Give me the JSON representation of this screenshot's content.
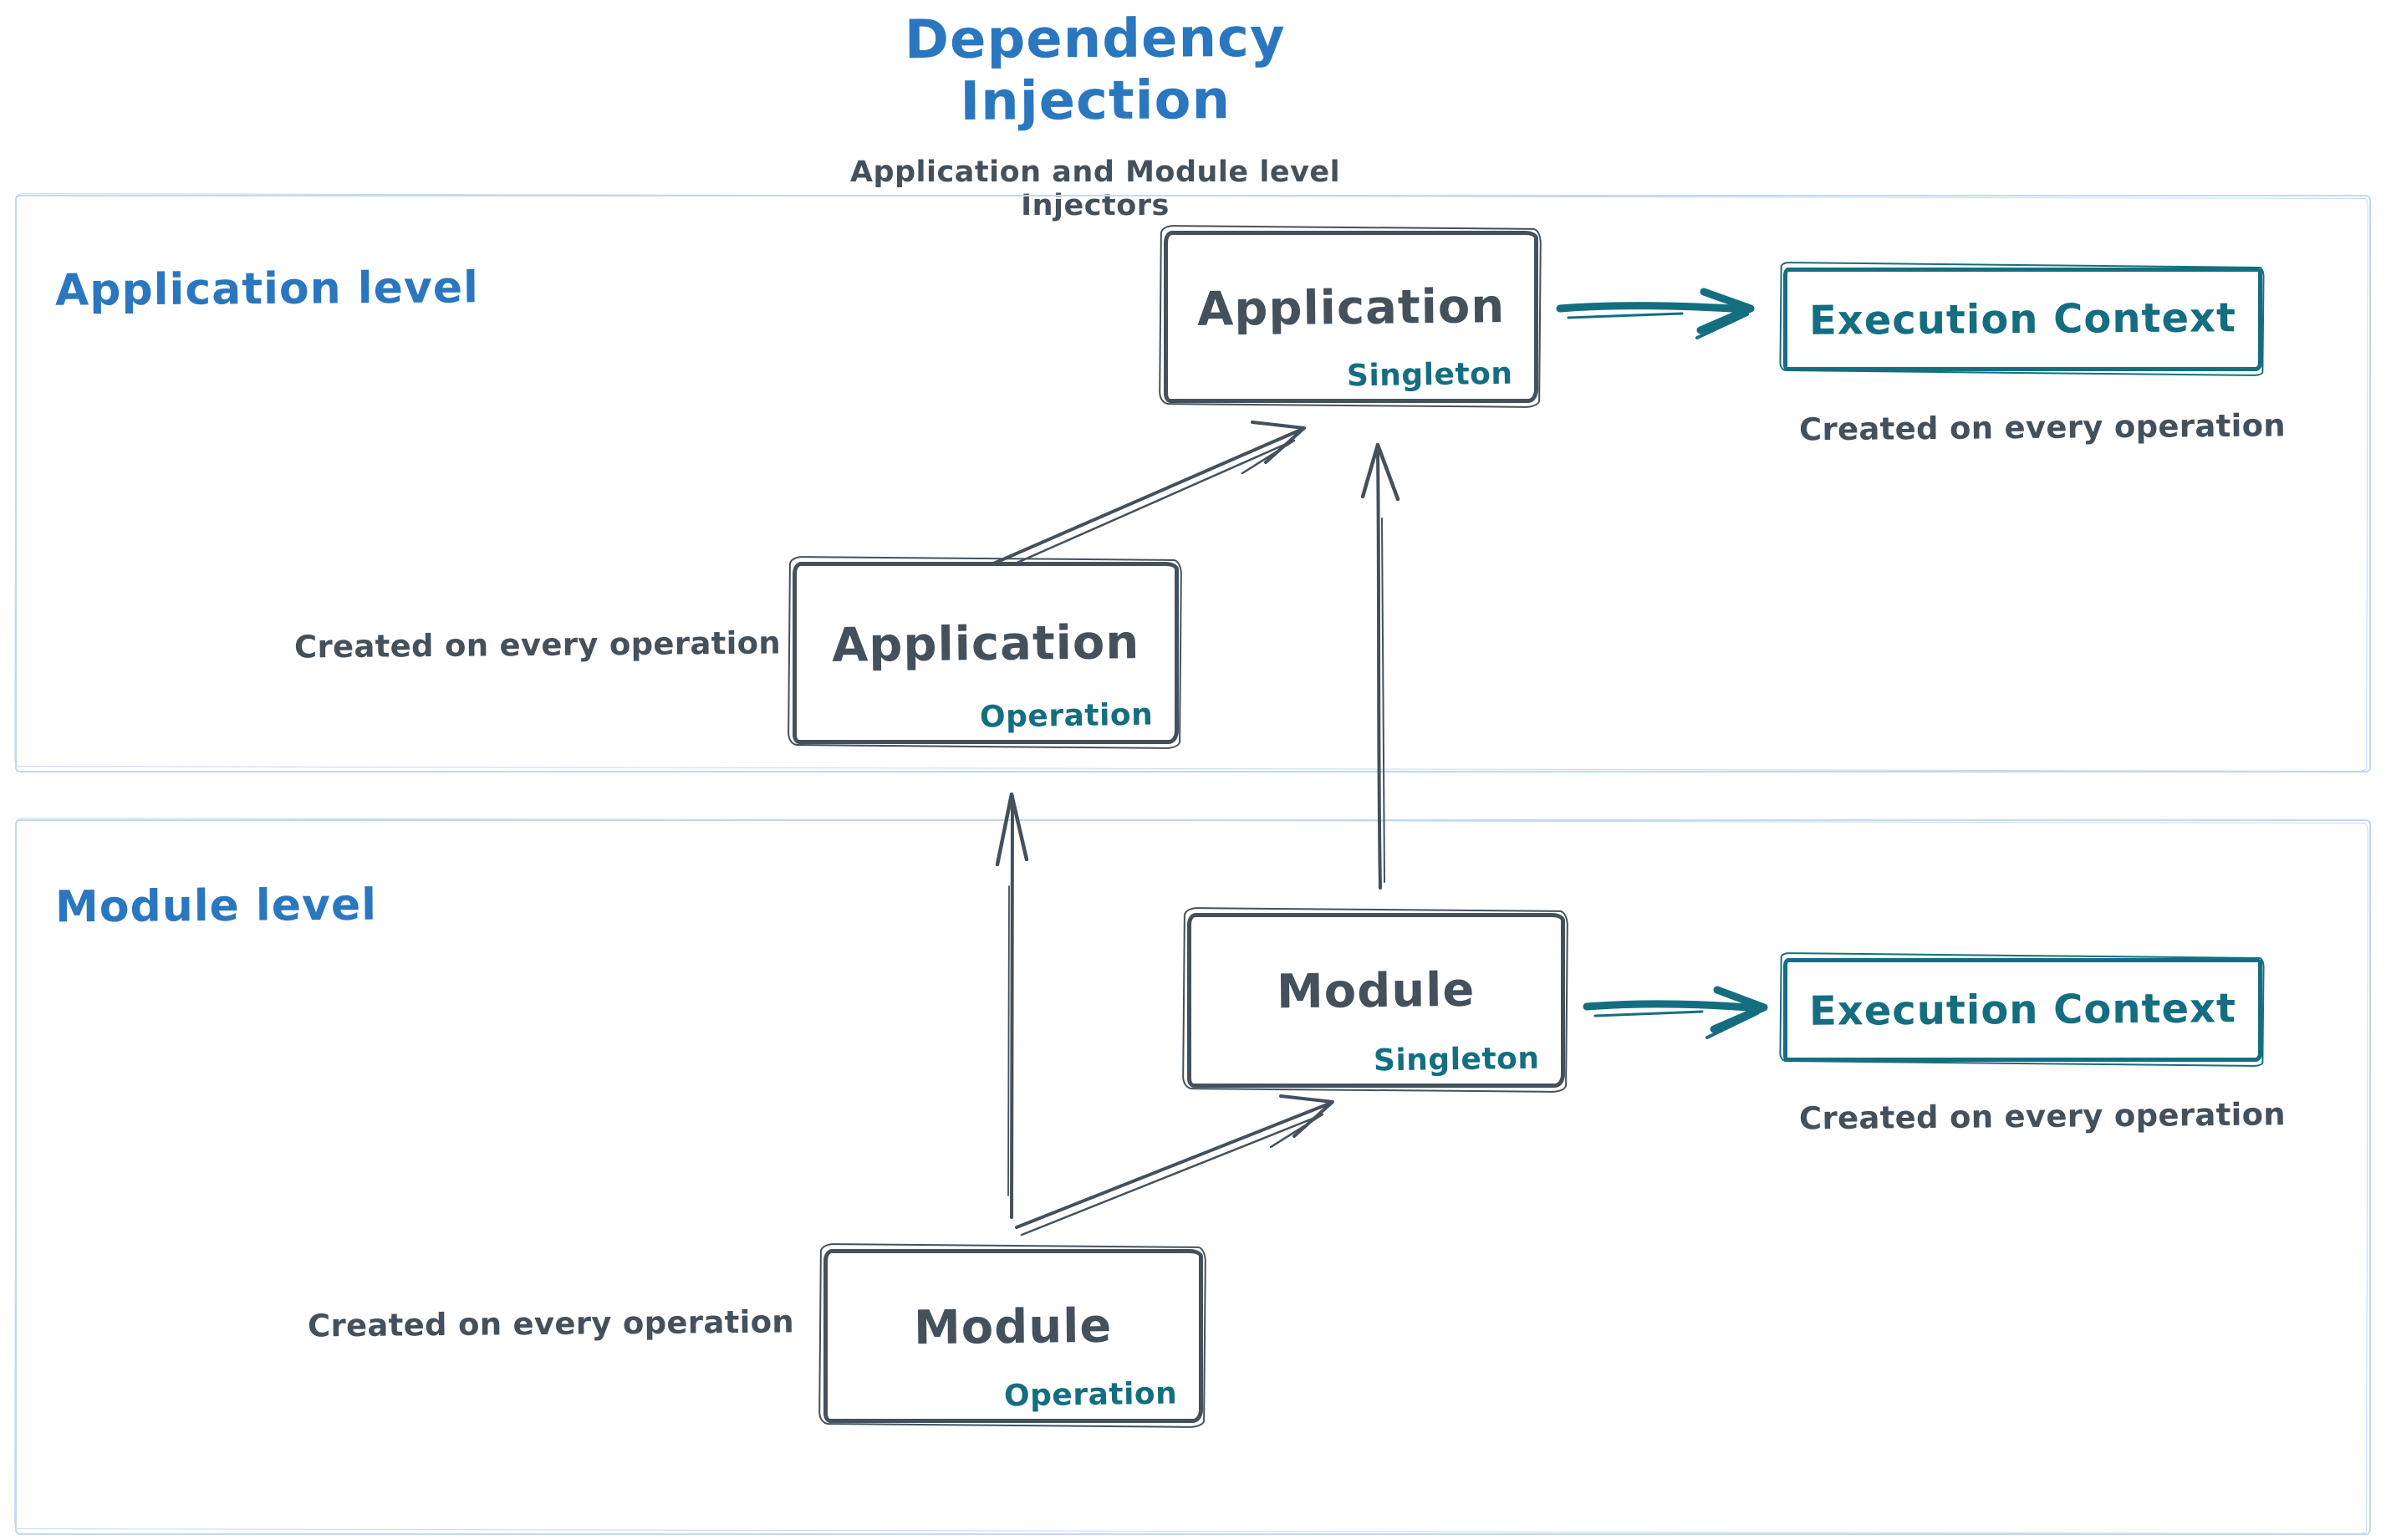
{
  "title": "Dependency Injection",
  "subtitle": "Application and Module level Injectors",
  "colors": {
    "blue": "#2a77c0",
    "teal": "#146e80",
    "ink": "#44515c",
    "panel": "#c3d8f0"
  },
  "panels": {
    "application": {
      "label": "Application level"
    },
    "module": {
      "label": "Module level"
    }
  },
  "nodes": {
    "app_singleton": {
      "title": "Application",
      "badge": "Singleton"
    },
    "app_operation": {
      "title": "Application",
      "badge": "Operation"
    },
    "module_singleton": {
      "title": "Module",
      "badge": "Singleton"
    },
    "module_operation": {
      "title": "Module",
      "badge": "Operation"
    },
    "app_exec_context": {
      "title": "Execution Context"
    },
    "module_exec_context": {
      "title": "Execution Context"
    }
  },
  "captions": {
    "app_exec": "Created on every operation",
    "app_operation": "Created on every operation",
    "module_exec": "Created on every operation",
    "module_operation": "Created on every operation"
  }
}
